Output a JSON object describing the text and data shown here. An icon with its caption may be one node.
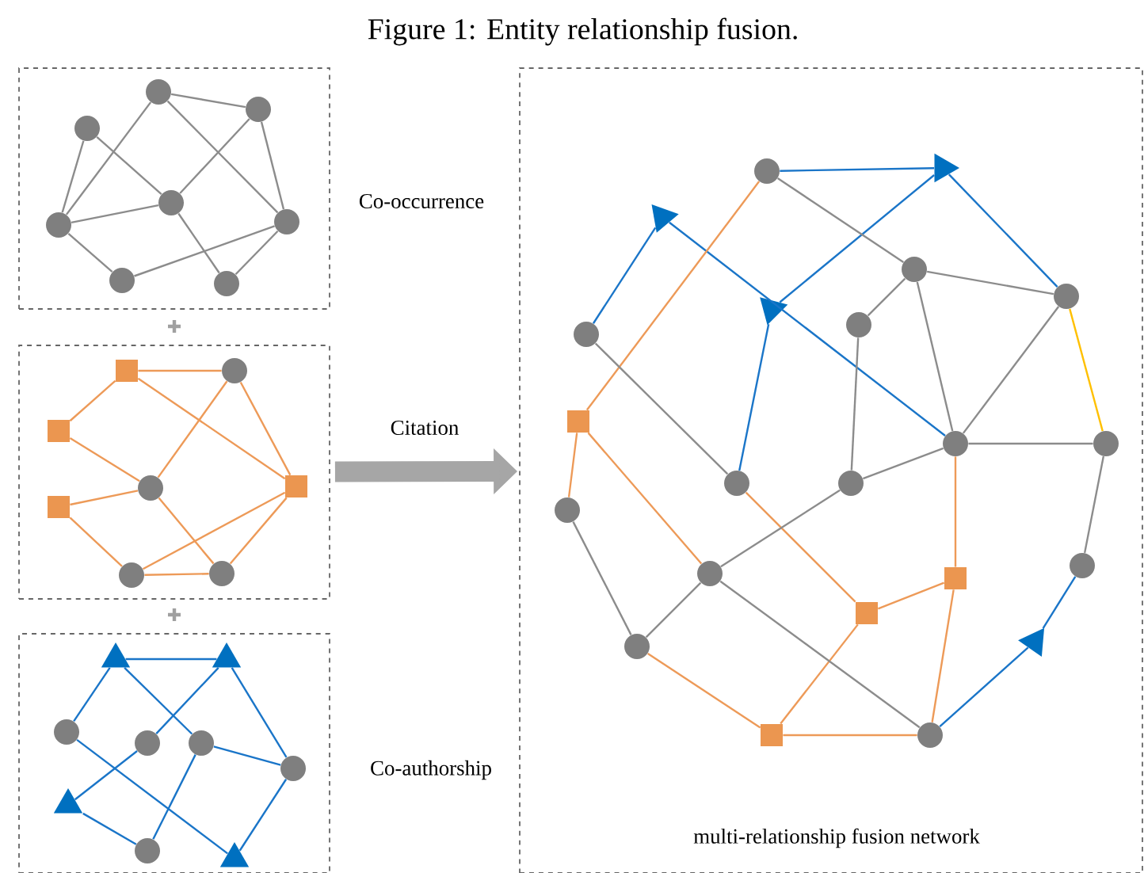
{
  "diagram": {
    "title": "Figure 1: Entity relationship fusion.",
    "nodes": [
      {
        "text": [
          "Co-occurrence"
        ]
      },
      {
        "text": [],
        "shape": "circle",
        "in": 0
      },
      {
        "text": [],
        "shape": "circle",
        "in": 0
      },
      {
        "text": [],
        "shape": "circle",
        "in": 0
      },
      {
        "text": [],
        "shape": "circle",
        "in": 0
      },
      {
        "text": [],
        "shape": "circle",
        "in": 0
      },
      {
        "text": [],
        "shape": "circle",
        "in": 0
      },
      {
        "text": [],
        "shape": "circle",
        "in": 0
      },
      {
        "text": [],
        "shape": "circle",
        "in": 0
      },
      {
        "text": [
          "Citation"
        ]
      },
      {
        "text": [],
        "shape": "box",
        "in": 9
      },
      {
        "text": [],
        "shape": "circle",
        "in": 9
      },
      {
        "text": [],
        "shape": "box",
        "in": 9
      },
      {
        "text": [],
        "shape": "circle",
        "in": 9
      },
      {
        "text": [],
        "shape": "box",
        "in": 9
      },
      {
        "text": [],
        "shape": "box",
        "in": 9
      },
      {
        "text": [],
        "shape": "circle",
        "in": 9
      },
      {
        "text": [],
        "shape": "circle",
        "in": 9
      },
      {
        "text": [
          "Co-authorship"
        ]
      },
      {
        "text": [],
        "shape": "triangle",
        "in": 18
      },
      {
        "text": [],
        "shape": "triangle",
        "in": 18
      },
      {
        "text": [],
        "shape": "circle",
        "in": 18
      },
      {
        "text": [],
        "shape": "circle",
        "in": 18
      },
      {
        "text": [],
        "shape": "circle",
        "in": 18
      },
      {
        "text": [],
        "shape": "circle",
        "in": 18
      },
      {
        "text": [],
        "shape": "triangle",
        "in": 18
      },
      {
        "text": [],
        "shape": "circle",
        "in": 18
      },
      {
        "text": [],
        "shape": "triangle",
        "in": 18
      },
      {
        "text": [
          "multi-relationship fusion network"
        ]
      },
      {
        "text": [],
        "shape": "circle",
        "in": 28
      },
      {
        "text": [],
        "shape": "triangle",
        "in": 28
      },
      {
        "text": [],
        "shape": "triangle",
        "in": 28
      },
      {
        "text": [],
        "shape": "circle",
        "in": 28
      },
      {
        "text": [],
        "shape": "circle",
        "in": 28
      },
      {
        "text": [],
        "shape": "triangle",
        "in": 28
      },
      {
        "text": [],
        "shape": "circle",
        "in": 28
      },
      {
        "text": [],
        "shape": "circle",
        "in": 28
      },
      {
        "text": [],
        "shape": "box",
        "in": 28
      },
      {
        "text": [],
        "shape": "circle",
        "in": 28
      },
      {
        "text": [],
        "shape": "circle",
        "in": 28
      },
      {
        "text": [],
        "shape": "circle",
        "in": 28
      },
      {
        "text": [],
        "shape": "circle",
        "in": 28
      },
      {
        "text": [],
        "shape": "circle",
        "in": 28
      },
      {
        "text": [],
        "shape": "circle",
        "in": 28
      },
      {
        "text": [],
        "shape": "circle",
        "in": 28
      },
      {
        "text": [],
        "shape": "box",
        "in": 28
      },
      {
        "text": [],
        "shape": "box",
        "in": 28
      },
      {
        "text": [],
        "shape": "triangle",
        "in": 28
      },
      {
        "text": [],
        "shape": "circle",
        "in": 28
      },
      {
        "text": [],
        "shape": "box",
        "in": 28
      },
      {
        "text": [],
        "shape": "circle",
        "in": 28
      }
    ],
    "edges": [
      {
        "from": 1,
        "to": 3,
        "arrow": "none"
      },
      {
        "from": 1,
        "to": 5,
        "arrow": "none"
      },
      {
        "from": 1,
        "to": 6,
        "arrow": "none"
      },
      {
        "from": 2,
        "to": 5,
        "arrow": "none"
      },
      {
        "from": 2,
        "to": 4,
        "arrow": "none"
      },
      {
        "from": 3,
        "to": 4,
        "arrow": "none"
      },
      {
        "from": 3,
        "to": 6,
        "arrow": "none"
      },
      {
        "from": 5,
        "to": 4,
        "arrow": "none"
      },
      {
        "from": 5,
        "to": 7,
        "arrow": "none"
      },
      {
        "from": 7,
        "to": 6,
        "arrow": "none"
      },
      {
        "from": 4,
        "to": 8,
        "arrow": "none"
      },
      {
        "from": 8,
        "to": 6,
        "arrow": "none"
      },
      {
        "from": 10,
        "to": 11,
        "arrow": "none",
        "color": "#ed9a58"
      },
      {
        "from": 10,
        "to": 12,
        "arrow": "none",
        "color": "#ed9a58"
      },
      {
        "from": 10,
        "to": 15,
        "arrow": "none",
        "color": "#ed9a58"
      },
      {
        "from": 12,
        "to": 13,
        "arrow": "none",
        "color": "#ed9a58"
      },
      {
        "from": 11,
        "to": 13,
        "arrow": "none",
        "color": "#ed9a58"
      },
      {
        "from": 11,
        "to": 15,
        "arrow": "none",
        "color": "#ed9a58"
      },
      {
        "from": 14,
        "to": 13,
        "arrow": "none",
        "color": "#ed9a58"
      },
      {
        "from": 14,
        "to": 16,
        "arrow": "none",
        "color": "#ed9a58"
      },
      {
        "from": 13,
        "to": 17,
        "arrow": "none",
        "color": "#ed9a58"
      },
      {
        "from": 16,
        "to": 17,
        "arrow": "none",
        "color": "#ed9a58"
      },
      {
        "from": 16,
        "to": 15,
        "arrow": "none",
        "color": "#ed9a58"
      },
      {
        "from": 17,
        "to": 15,
        "arrow": "none",
        "color": "#ed9a58"
      },
      {
        "from": 19,
        "to": 20,
        "arrow": "none",
        "color": "#1a75c8"
      },
      {
        "from": 19,
        "to": 21,
        "arrow": "none",
        "color": "#1a75c8"
      },
      {
        "from": 19,
        "to": 23,
        "arrow": "none",
        "color": "#1a75c8"
      },
      {
        "from": 20,
        "to": 22,
        "arrow": "none",
        "color": "#1a75c8"
      },
      {
        "from": 20,
        "to": 24,
        "arrow": "none",
        "color": "#1a75c8"
      },
      {
        "from": 21,
        "to": 27,
        "arrow": "none",
        "color": "#1a75c8"
      },
      {
        "from": 22,
        "to": 25,
        "arrow": "none",
        "color": "#1a75c8"
      },
      {
        "from": 23,
        "to": 24,
        "arrow": "none",
        "color": "#1a75c8"
      },
      {
        "from": 23,
        "to": 26,
        "arrow": "none",
        "color": "#1a75c8"
      },
      {
        "from": 25,
        "to": 26,
        "arrow": "none",
        "color": "#1a75c8"
      },
      {
        "from": 24,
        "to": 27,
        "arrow": "none",
        "color": "#1a75c8"
      },
      {
        "from": 9,
        "to": 28,
        "arrow": "to",
        "style": "thick",
        "color": "#a6a6a6"
      },
      {
        "from": 29,
        "to": 30,
        "arrow": "none",
        "color": "#1a75c8"
      },
      {
        "from": 30,
        "to": 33,
        "arrow": "none",
        "color": "#1a75c8"
      },
      {
        "from": 31,
        "to": 36,
        "arrow": "none",
        "color": "#1a75c8"
      },
      {
        "from": 31,
        "to": 38,
        "arrow": "none",
        "color": "#1a75c8"
      },
      {
        "from": 34,
        "to": 30,
        "arrow": "none",
        "color": "#1a75c8"
      },
      {
        "from": 34,
        "to": 40,
        "arrow": "none",
        "color": "#1a75c8"
      },
      {
        "from": 50,
        "to": 47,
        "arrow": "none",
        "color": "#1a75c8"
      },
      {
        "from": 47,
        "to": 44,
        "arrow": "none",
        "color": "#1a75c8"
      },
      {
        "from": 29,
        "to": 37,
        "arrow": "none",
        "color": "#ed9a58"
      },
      {
        "from": 37,
        "to": 42,
        "arrow": "none",
        "color": "#ed9a58"
      },
      {
        "from": 37,
        "to": 43,
        "arrow": "none",
        "color": "#ed9a58"
      },
      {
        "from": 40,
        "to": 46,
        "arrow": "none",
        "color": "#ed9a58"
      },
      {
        "from": 46,
        "to": 45,
        "arrow": "none",
        "color": "#ed9a58"
      },
      {
        "from": 45,
        "to": 38,
        "arrow": "none",
        "color": "#ed9a58"
      },
      {
        "from": 45,
        "to": 50,
        "arrow": "none",
        "color": "#ed9a58"
      },
      {
        "from": 46,
        "to": 49,
        "arrow": "none",
        "color": "#ed9a58"
      },
      {
        "from": 49,
        "to": 48,
        "arrow": "none",
        "color": "#ed9a58"
      },
      {
        "from": 49,
        "to": 50,
        "arrow": "none",
        "color": "#ed9a58"
      },
      {
        "from": 33,
        "to": 39,
        "arrow": "none",
        "color": "#ffc000"
      },
      {
        "from": 29,
        "to": 32,
        "arrow": "none"
      },
      {
        "from": 32,
        "to": 33,
        "arrow": "none"
      },
      {
        "from": 32,
        "to": 35,
        "arrow": "none"
      },
      {
        "from": 32,
        "to": 38,
        "arrow": "none"
      },
      {
        "from": 33,
        "to": 38,
        "arrow": "none"
      },
      {
        "from": 35,
        "to": 41,
        "arrow": "none"
      },
      {
        "from": 41,
        "to": 38,
        "arrow": "none"
      },
      {
        "from": 38,
        "to": 39,
        "arrow": "none"
      },
      {
        "from": 39,
        "to": 44,
        "arrow": "none"
      },
      {
        "from": 36,
        "to": 40,
        "arrow": "none"
      },
      {
        "from": 41,
        "to": 43,
        "arrow": "none"
      },
      {
        "from": 43,
        "to": 48,
        "arrow": "none"
      },
      {
        "from": 43,
        "to": 50,
        "arrow": "none"
      },
      {
        "from": 42,
        "to": 48,
        "arrow": "none"
      }
    ]
  }
}
